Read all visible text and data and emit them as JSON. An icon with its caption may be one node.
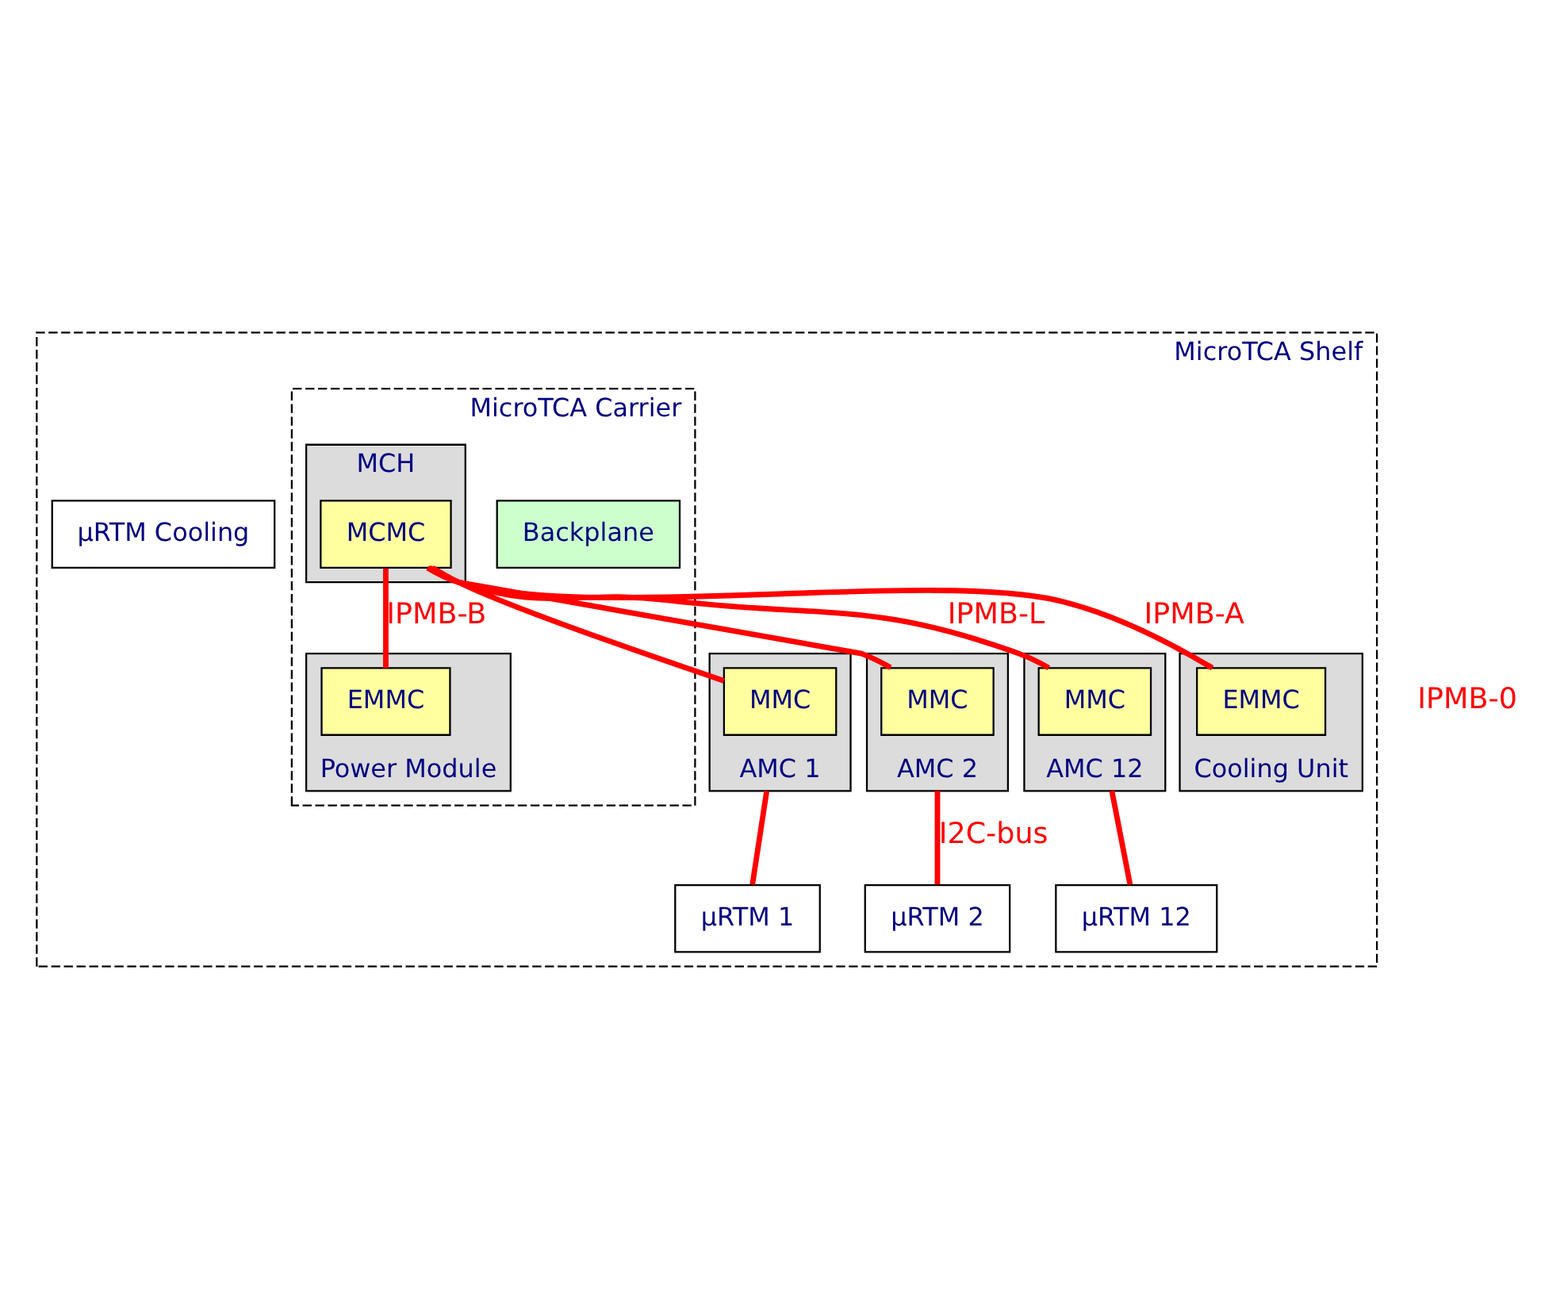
{
  "diagram": {
    "nodes": [
      {
        "text": [
          "MicroTCA Shelf"
        ]
      },
      {
        "text": [
          "MicroTCA Carrier"
        ],
        "in": 0
      },
      {
        "text": [
          "MCH"
        ],
        "in": 1
      },
      {
        "text": [
          "MCMC"
        ],
        "in": 2
      },
      {
        "text": [
          "Backplane"
        ],
        "in": 1
      },
      {
        "text": [
          "AMC 1"
        ],
        "in": 0
      },
      {
        "text": [
          "MMC"
        ],
        "in": 5
      },
      {
        "text": [
          "AMC 2"
        ],
        "in": 0
      },
      {
        "text": [
          "MMC"
        ],
        "in": 7
      },
      {
        "text": [
          "AMC 12"
        ],
        "in": 0
      },
      {
        "text": [
          "MMC"
        ],
        "in": 9
      },
      {
        "text": [
          "Cooling Unit"
        ],
        "in": 0
      },
      {
        "text": [
          "EMMC"
        ],
        "in": 11
      },
      {
        "text": [
          "Power Module"
        ],
        "in": 1
      },
      {
        "text": [
          "EMMC"
        ],
        "in": 13
      },
      {
        "text": [
          "µRTM 1"
        ],
        "in": 0
      },
      {
        "text": [
          "µRTM 2"
        ],
        "in": 0
      },
      {
        "text": [
          "µRTM 12"
        ],
        "in": 0
      },
      {
        "text": [
          "µRTM Cooling"
        ],
        "in": 0
      }
    ],
    "edges": [
      {
        "from": 3,
        "to": 6,
        "arrow": "none"
      },
      {
        "from": 3,
        "to": 8,
        "arrow": "none"
      },
      {
        "from": 3,
        "to": 10,
        "arrow": "none",
        "label": "IPMB-L"
      },
      {
        "from": 3,
        "to": 12,
        "arrow": "none",
        "label": "IPMB-A"
      },
      {
        "from": 3,
        "to": 14,
        "arrow": "none",
        "label": "IPMB-B"
      },
      {
        "from": 5,
        "to": 15,
        "arrow": "none"
      },
      {
        "from": 7,
        "to": 16,
        "arrow": "none",
        "label": "I2C-bus"
      },
      {
        "from": 9,
        "to": 17,
        "arrow": "none"
      }
    ],
    "labels": [
      "IPMB-0"
    ]
  }
}
